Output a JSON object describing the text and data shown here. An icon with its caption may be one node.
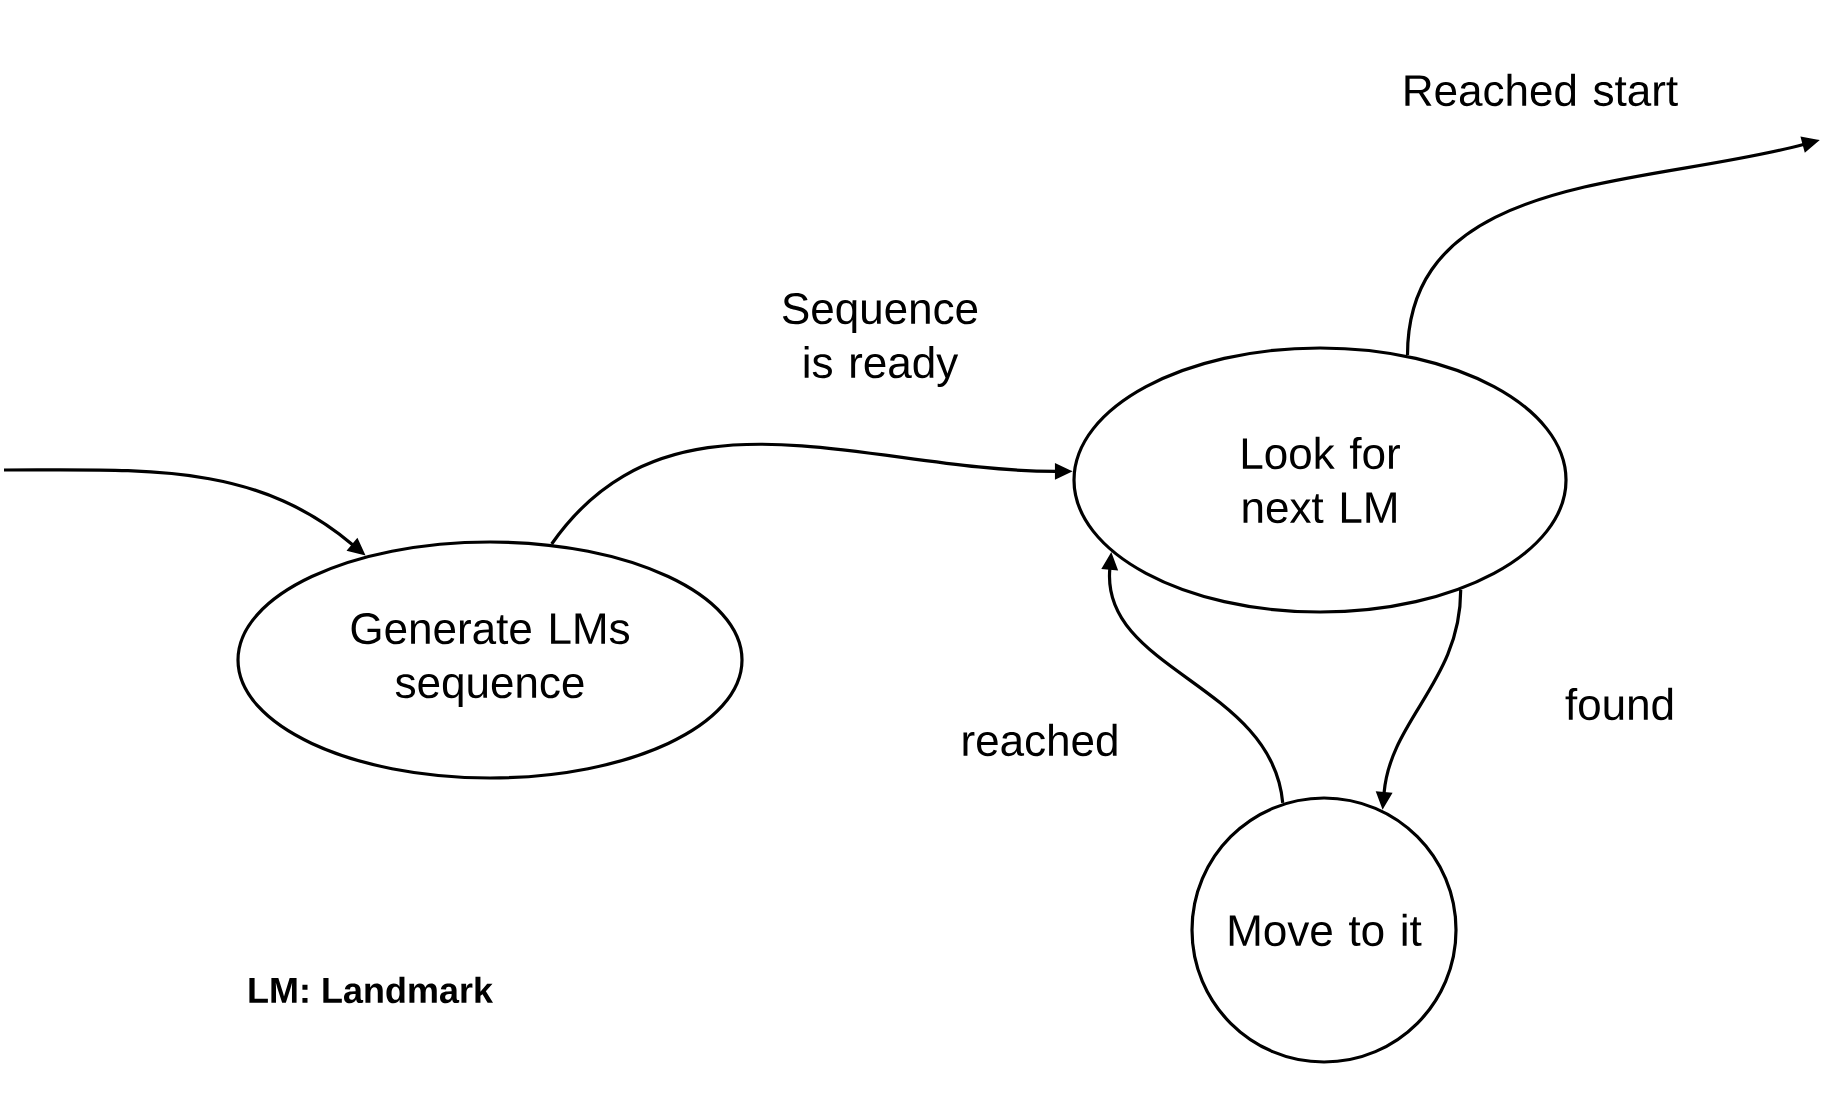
{
  "diagram": {
    "nodes": [
      {
        "text": [
          "Generate LMs sequence"
        ]
      },
      {
        "text": [
          "Look for next LM"
        ]
      },
      {
        "text": [
          "Move to it"
        ]
      }
    ],
    "edges": [
      {
        "from": null,
        "to": 0,
        "arrow": "to"
      },
      {
        "from": 0,
        "to": 1,
        "arrow": "to",
        "label": "Sequence is ready"
      },
      {
        "from": 1,
        "to": null,
        "arrow": "to",
        "label": "Reached start"
      },
      {
        "from": 1,
        "to": 2,
        "arrow": "to",
        "label": "found"
      },
      {
        "from": 2,
        "to": 1,
        "arrow": "to",
        "label": "reached"
      }
    ],
    "labels": [
      "LM: Landmark"
    ]
  }
}
